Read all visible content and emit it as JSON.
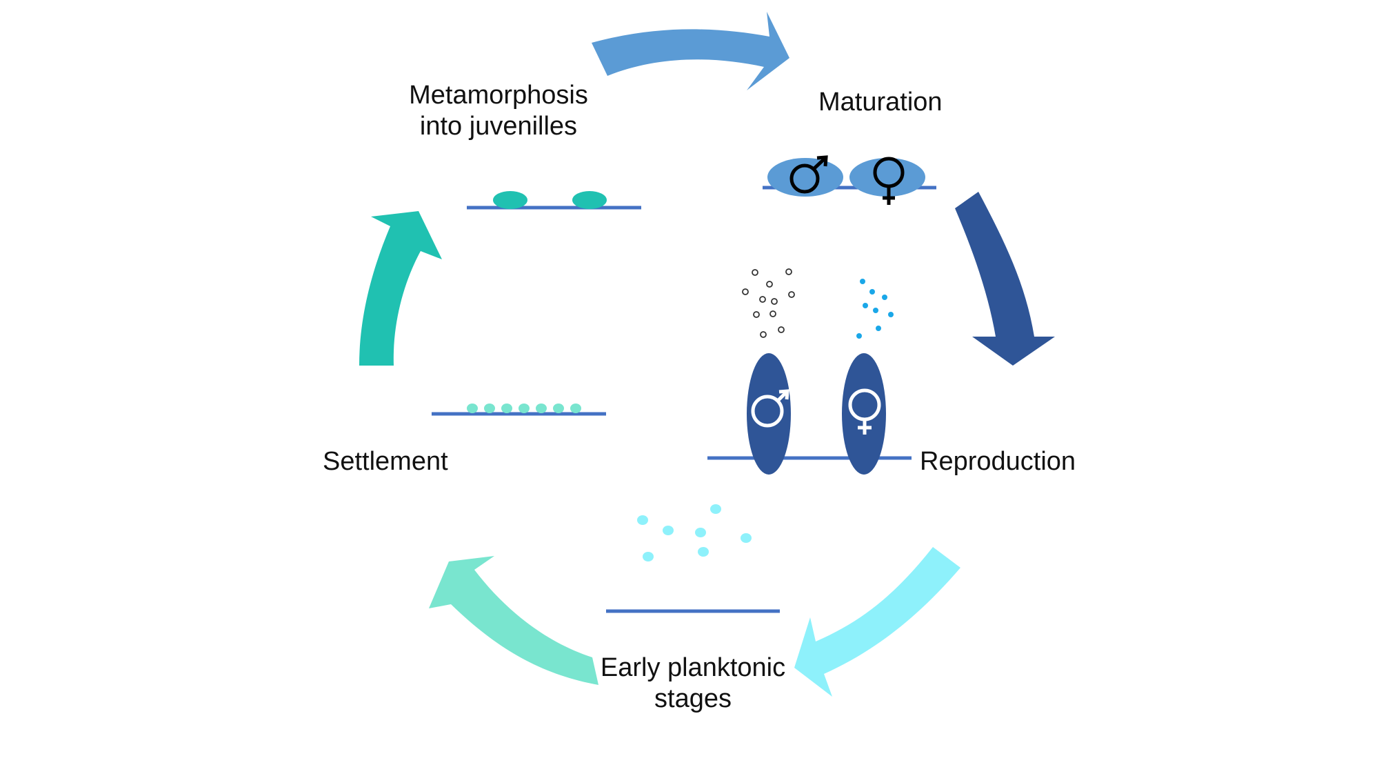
{
  "stages": {
    "metamorphosis": {
      "line1": "Metamorphosis",
      "line2": "into juvenilles"
    },
    "maturation": {
      "label": "Maturation"
    },
    "reproduction": {
      "label": "Reproduction"
    },
    "early_planktonic": {
      "line1": "Early planktonic",
      "line2": "stages"
    },
    "settlement": {
      "label": "Settlement"
    }
  },
  "symbols": {
    "male": "♂",
    "female": "♀"
  },
  "colors": {
    "arrow_metamorphosis_to_maturation": "#5b9bd5",
    "arrow_maturation_to_reproduction": "#2f5597",
    "arrow_reproduction_to_planktonic": "#8ef1fb",
    "arrow_planktonic_to_settlement": "#79e5cf",
    "arrow_settlement_to_metamorphosis": "#20c1b1",
    "substrate_line": "#4472c4",
    "juvenile": "#20c1b1",
    "settled_larvae": "#79e5cf",
    "maturation_body": "#5b9bd5",
    "reproduction_body": "#2f5597",
    "planktonic_larvae": "#8ef1fb",
    "sperm": "#333333",
    "eggs": "#1aa7e8"
  }
}
